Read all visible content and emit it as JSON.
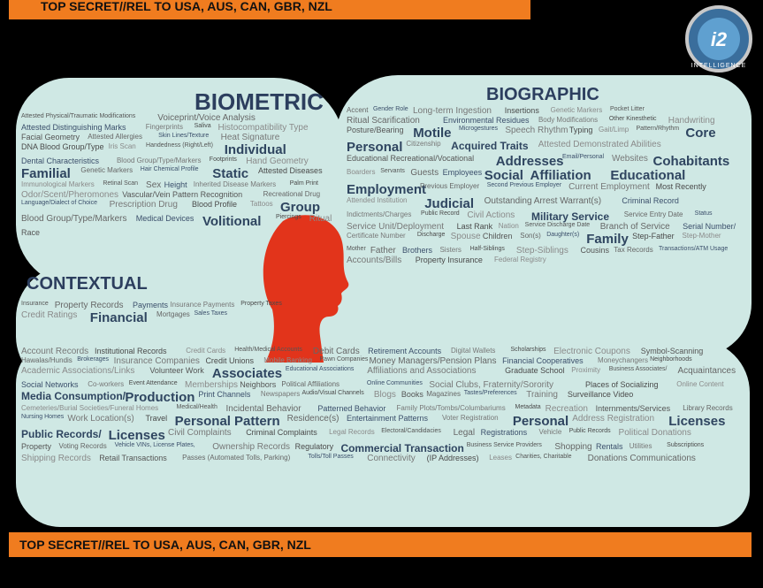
{
  "banner_top": "TOP SECRET//REL TO USA, AUS, CAN, GBR, NZL",
  "banner_bottom": "TOP SECRET//REL TO USA, AUS, CAN, GBR, NZL",
  "logo": {
    "mark": "i2",
    "text": "INTELLIGENCE"
  },
  "sections": {
    "biometric": "BIOMETRIC",
    "biographic": "BIOGRAPHIC",
    "contextual": "CONTEXTUAL"
  },
  "words": [
    "Attested Physical/Traumatic Modifications",
    "Voiceprint/Voice Analysis",
    "Attested Distinguishing Marks",
    "Fingerprints",
    "Saliva",
    "Histocompatibility Type",
    "Facial Geometry",
    "Attested Allergies",
    "Skin Lines/Texture",
    "Heat Signature",
    "DNA Blood Group/Type",
    "Iris Scan",
    "Handedness (Right/Left)",
    "Individual",
    "Dental Characteristics",
    "Blood Group/Type/Markers",
    "Footprints",
    "Hand Geometry",
    "Familial",
    "Genetic Markers",
    "Hair Chemical Profile",
    "Static",
    "Attested Diseases",
    "Immunological Markers",
    "Retinal Scan",
    "Sex",
    "Height",
    "Inherited Disease Markers",
    "Palm Print",
    "Odor/Scent/Pheromones",
    "Vascular/Vein Pattern Recognition",
    "Recreational Drug",
    "Language/Dialect of Choice",
    "Prescription Drug",
    "Blood Profile",
    "Tattoos",
    "Group",
    "Blood Group/Type/Markers",
    "Medical Devices",
    "Volitional",
    "Piercings",
    "Ritual",
    "Race",
    "Accent",
    "Gender Role",
    "Long-term Ingestion",
    "Insertions",
    "Genetic Markers",
    "Pocket Litter",
    "Ritual Scarification",
    "Environmental Residues",
    "Body Modifications",
    "Other Kinesthetic",
    "Handwriting",
    "Posture/Bearing",
    "Motile",
    "Microgestures",
    "Speech Rhythm",
    "Typing",
    "Gait/Limp",
    "Pattern/Rhythm",
    "Core",
    "Personal",
    "Citizenship",
    "Acquired Traits",
    "Attested Demonstrated Abilities",
    "Educational Recreational/Vocational",
    "Addresses",
    "Email/Personal",
    "Websites",
    "Cohabitants",
    "Boarders",
    "Servants",
    "Guests",
    "Employees",
    "Social",
    "Affiliation",
    "Educational",
    "Employment",
    "Previous Employer",
    "Second Previous Employer",
    "Current Employment",
    "Most Recently",
    "Attended Institution",
    "Judicial",
    "Outstanding Arrest Warrant(s)",
    "Criminal Record",
    "Indictments/Charges",
    "Public Record",
    "Civil Actions",
    "Military Service",
    "Service Entry Date",
    "Status",
    "Service Unit/Deployment",
    "Last Rank",
    "Nation",
    "Service Discharge Date",
    "Branch of Service",
    "Serial Number/",
    "Certificate Number",
    "Discharge",
    "Spouse",
    "Children",
    "Son(s)",
    "Daughter(s)",
    "Family",
    "Step-Father",
    "Step-Mother",
    "Mother",
    "Father",
    "Brothers",
    "Sisters",
    "Half-Siblings",
    "Step-Siblings",
    "Cousins",
    "Tax Records",
    "Transactions/ATM Usage",
    "Accounts/Bills",
    "Property Insurance",
    "Federal Registry",
    "Insurance",
    "Property Records",
    "Payments",
    "Insurance Payments",
    "Property Taxes",
    "Credit Ratings",
    "Financial",
    "Mortgages",
    "Sales Taxes",
    "Account Records",
    "Institutional Records",
    "Credit Cards",
    "Health/Medical Accounts",
    "Debit Cards",
    "Retirement Accounts",
    "Digital Wallets",
    "Scholarships",
    "Electronic Coupons",
    "Symbol-Scanning",
    "Hawalas/Hundis",
    "Brokerages",
    "Insurance Companies",
    "Credit Unions",
    "Mobile Banking",
    "Pawn Companies",
    "Money Managers/Pension Plans",
    "Financial Cooperatives",
    "Moneychangers",
    "Neighborhoods",
    "Academic Associations/Links",
    "Volunteer Work",
    "Associates",
    "Educational Associations",
    "Affiliations and Associations",
    "Graduate School",
    "Proximity",
    "Business Associates/",
    "Acquaintances",
    "Social Networks",
    "Co-workers",
    "Event Attendance",
    "Memberships",
    "Neighbors",
    "Political Affiliations",
    "Online Communities",
    "Social Clubs, Fraternity/Sorority",
    "Places of Socializing",
    "Online Content",
    "Media Consumption/",
    "Production",
    "Print Channels",
    "Newspapers",
    "Audio/Visual Channels",
    "Blogs",
    "Books",
    "Magazines",
    "Tastes/Preferences",
    "Training",
    "Surveillance Video",
    "Cemeteries/Burial Societies/Funeral Homes",
    "Medical/Health",
    "Incidental Behavior",
    "Patterned Behavior",
    "Family Plots/Tombs/Columbariums",
    "Metadata",
    "Recreation",
    "Internments/Services",
    "Library Records",
    "Nursing Homes",
    "Work Location(s)",
    "Travel",
    "Personal",
    "Pattern",
    "Residence(s)",
    "Entertainment Patterns",
    "Voter Registration",
    "Personal",
    "Address Registration",
    "Licenses",
    "Public Records/",
    "Licenses",
    "Civil Complaints",
    "Criminal Complaints",
    "Legal Records",
    "Electoral/Candidacies",
    "Legal",
    "Registrations",
    "Vehicle",
    "Public Records",
    "Political Donations",
    "Property",
    "Voting Records",
    "Vehicle VINs, License Plates,",
    "Ownership Records",
    "Regulatory",
    "Commercial Transaction",
    "Business Service Providers",
    "Shopping",
    "Rentals",
    "Utilities",
    "Subscriptions",
    "Shipping Records",
    "Retail Transactions",
    "Passes (Automated Tolls, Parking)",
    "Tolls/Toll Passes",
    "Connectivity",
    "(IP Addresses)",
    "Leases",
    "Charities, Charitable",
    "Donations Communications"
  ]
}
